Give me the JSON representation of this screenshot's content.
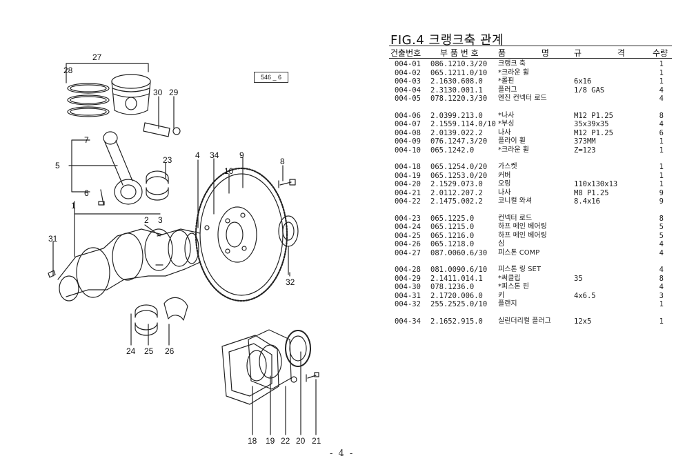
{
  "figure": {
    "title": "FIG.4 크랭크축 관계",
    "ref_code": "546 _ 6",
    "callouts": [
      "27",
      "28",
      "30",
      "29",
      "7",
      "5",
      "6",
      "1",
      "23",
      "4",
      "34",
      "9",
      "10",
      "8",
      "2",
      "3",
      "31",
      "32",
      "24",
      "25",
      "26",
      "18",
      "19",
      "22",
      "20",
      "21"
    ]
  },
  "table": {
    "headers": {
      "no": "건출번호",
      "part": "부 품 번 호",
      "name": "품 명",
      "spec": "규 격",
      "qty": "수량"
    },
    "groups": [
      [
        {
          "no": "004-01",
          "part": "086.1210.3/20",
          "name": "크랭크 축",
          "spec": "",
          "qty": "1"
        },
        {
          "no": "004-02",
          "part": "065.1211.0/10",
          "name": "*크라운 휠",
          "spec": "",
          "qty": "1"
        },
        {
          "no": "004-03",
          "part": "2.1630.608.0",
          "name": "*롤핀",
          "spec": "6x16",
          "qty": "1"
        },
        {
          "no": "004-04",
          "part": "2.3130.001.1",
          "name": "플러그",
          "spec": "1/8 GAS",
          "qty": "4"
        },
        {
          "no": "004-05",
          "part": "078.1220.3/30",
          "name": "엔진 컨넥터 로드",
          "spec": "",
          "qty": "4"
        }
      ],
      [
        {
          "no": "004-06",
          "part": "2.0399.213.0",
          "name": "*나사",
          "spec": "M12 P1.25",
          "qty": "8"
        },
        {
          "no": "004-07",
          "part": "2.1559.114.0/10",
          "name": "*부싱",
          "spec": "35x39x35",
          "qty": "4"
        },
        {
          "no": "004-08",
          "part": "2.0139.022.2",
          "name": "나사",
          "spec": "M12 P1.25",
          "qty": "6"
        },
        {
          "no": "004-09",
          "part": "076.1247.3/20",
          "name": "플라이 휠",
          "spec": "373MM",
          "qty": "1"
        },
        {
          "no": "004-10",
          "part": "065.1242.0",
          "name": "*크라운 휠",
          "spec": "Z=123",
          "qty": "1"
        }
      ],
      [
        {
          "no": "004-18",
          "part": "065.1254.0/20",
          "name": "가스켓",
          "spec": "",
          "qty": "1"
        },
        {
          "no": "004-19",
          "part": "065.1253.0/20",
          "name": "커버",
          "spec": "",
          "qty": "1"
        },
        {
          "no": "004-20",
          "part": "2.1529.073.0",
          "name": "오링",
          "spec": "110x130x13",
          "qty": "1"
        },
        {
          "no": "004-21",
          "part": "2.0112.207.2",
          "name": "나사",
          "spec": "M8 P1.25",
          "qty": "9"
        },
        {
          "no": "004-22",
          "part": "2.1475.002.2",
          "name": "코니컬 와셔",
          "spec": "8.4x16",
          "qty": "9"
        }
      ],
      [
        {
          "no": "004-23",
          "part": "065.1225.0",
          "name": "컨넥터 로드",
          "spec": "",
          "qty": "8"
        },
        {
          "no": "004-24",
          "part": "065.1215.0",
          "name": "하프 메인 베어링",
          "spec": "",
          "qty": "5"
        },
        {
          "no": "004-25",
          "part": "065.1216.0",
          "name": "하프 메인 베어링",
          "spec": "",
          "qty": "5"
        },
        {
          "no": "004-26",
          "part": "065.1218.0",
          "name": "심",
          "spec": "",
          "qty": "4"
        },
        {
          "no": "004-27",
          "part": "087.0060.6/30",
          "name": "피스톤 COMP",
          "spec": "",
          "qty": "4"
        }
      ],
      [
        {
          "no": "004-28",
          "part": "081.0090.6/10",
          "name": "피스톤 링 SET",
          "spec": "",
          "qty": "4"
        },
        {
          "no": "004-29",
          "part": "2.1411.014.1",
          "name": "*써클립",
          "spec": "35",
          "qty": "8"
        },
        {
          "no": "004-30",
          "part": "078.1236.0",
          "name": "*피스톤 핀",
          "spec": "",
          "qty": "4"
        },
        {
          "no": "004-31",
          "part": "2.1720.006.0",
          "name": "키",
          "spec": "4x6.5",
          "qty": "3"
        },
        {
          "no": "004-32",
          "part": "255.2525.0/10",
          "name": "플랜지",
          "spec": "",
          "qty": "1"
        }
      ],
      [
        {
          "no": "004-34",
          "part": "2.1652.915.0",
          "name": "실린더리컬 플러그",
          "spec": "12x5",
          "qty": "1"
        }
      ]
    ]
  },
  "footer": {
    "page_number": "- 4 -"
  }
}
